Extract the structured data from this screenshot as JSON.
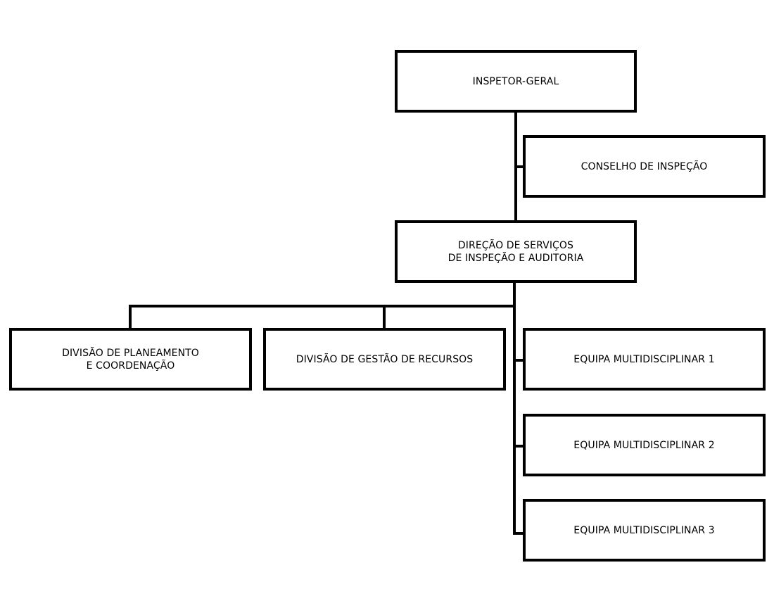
{
  "orgchart": {
    "inspetor_geral": "INSPETOR-GERAL",
    "conselho_inspecao": "CONSELHO DE INSPEÇÃO",
    "direcao_servicos": "DIREÇÃO DE SERVIÇOS\nDE INSPEÇÃO E AUDITORIA",
    "divisao_planeamento": "DIVISÃO DE PLANEAMENTO\nE COORDENAÇÃO",
    "divisao_gestao": "DIVISÃO DE GESTÃO DE RECURSOS",
    "equipa_1": "EQUIPA MULTIDISCIPLINAR 1",
    "equipa_2": "EQUIPA MULTIDISCIPLINAR 2",
    "equipa_3": "EQUIPA MULTIDISCIPLINAR 3"
  }
}
